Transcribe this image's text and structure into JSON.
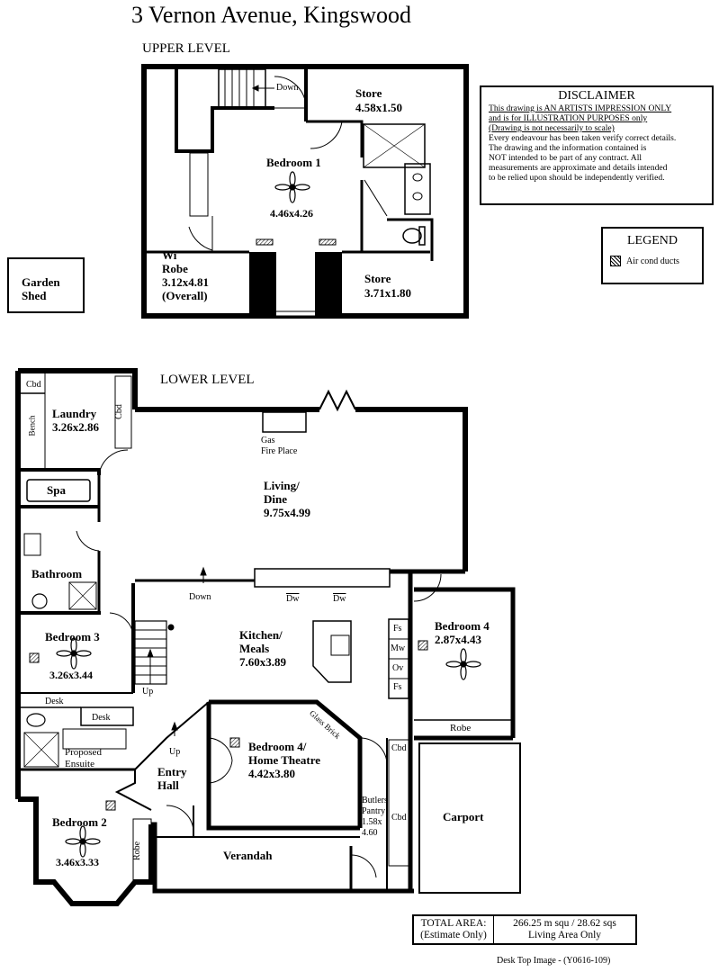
{
  "title": "3 Vernon Avenue, Kingswood",
  "upper_level": {
    "heading": "UPPER LEVEL",
    "down": "Down",
    "rooms": {
      "store1_name": "Store",
      "store1_dim": "4.58x1.50",
      "bedroom1_name": "Bedroom 1",
      "bedroom1_dim": "4.46x4.26",
      "wirobe_line1": "Wi",
      "wirobe_line2": "Robe",
      "wirobe_dim": "3.12x4.81",
      "wirobe_note": "(Overall)",
      "store2_name": "Store",
      "store2_dim": "3.71x1.80"
    }
  },
  "disclaimer": {
    "heading": "DISCLAIMER",
    "line1": "This drawing is AN ARTISTS IMPRESSION ONLY",
    "line2": "and is for ILLUSTRATION PURPOSES only",
    "line3": "(Drawing is not necessarily to scale)",
    "line4": "Every endeavour has been taken verify correct details.",
    "line5": "The drawing and the information contained is",
    "line6": "NOT intended to be part of any contract.  All",
    "line7": "measurements are approximate and details intended",
    "line8": "to be relied upon should be independently verified."
  },
  "legend": {
    "heading": "LEGEND",
    "item": "Air cond ducts"
  },
  "garden_shed": {
    "line1": "Garden",
    "line2": "Shed"
  },
  "lower_level": {
    "heading": "LOWER LEVEL",
    "labels": {
      "cbd": "Cbd",
      "bench": "Bench",
      "laundry": "Laundry",
      "laundry_dim": "3.26x2.86",
      "spa": "Spa",
      "bathroom": "Bathroom",
      "gas1": "Gas",
      "gas2": "Fire Place",
      "living1": "Living/",
      "living2": "Dine",
      "living_dim": "9.75x4.99",
      "down": "Down",
      "dw": "Dw",
      "kitchen1": "Kitchen/",
      "kitchen2": "Meals",
      "kitchen_dim": "7.60x3.89",
      "fs": "Fs",
      "mw": "Mw",
      "ov": "Ov",
      "bed4": "Bedroom 4",
      "bed4_dim": "2.87x4.43",
      "bed3": "Bedroom 3",
      "bed3_dim": "3.26x3.44",
      "up": "Up",
      "desk": "Desk",
      "robe": "Robe",
      "glass_brick": "Glass Brick",
      "proposed1": "Proposed",
      "proposed2": "Ensuite",
      "entry1": "Entry",
      "entry2": "Hall",
      "theatre1": "Bedroom 4/",
      "theatre2": "Home Theatre",
      "theatre_dim": "4.42x3.80",
      "butlers1": "Butlers",
      "butlers2": "Pantry",
      "butlers3": "1.58x",
      "butlers4": "4.60",
      "carport": "Carport",
      "bed2": "Bedroom 2",
      "bed2_dim": "3.46x3.33",
      "verandah": "Verandah"
    }
  },
  "total_area": {
    "label1": "TOTAL AREA:",
    "label2": "(Estimate Only)",
    "value1": "266.25 m squ /  28.62 sqs",
    "value2": "Living Area Only"
  },
  "footer": "Desk Top Image - (Y0616-109)"
}
